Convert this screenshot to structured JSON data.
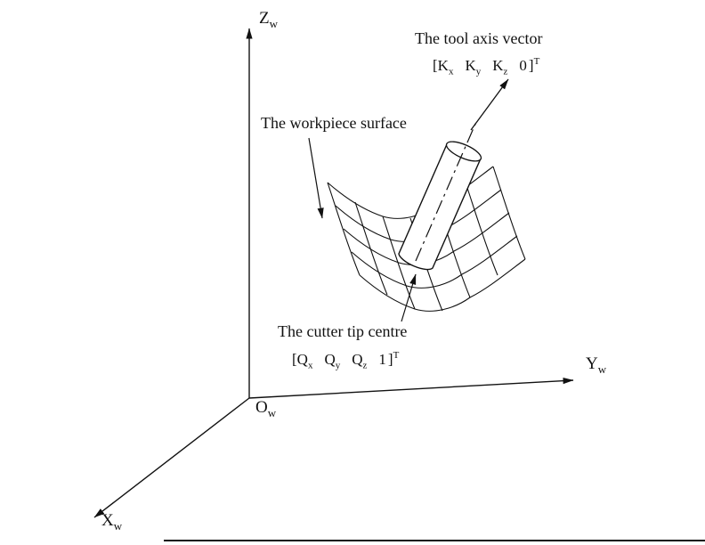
{
  "colors": {
    "ink": "#111111",
    "background": "#ffffff"
  },
  "axis_labels": {
    "z": {
      "base": "Z",
      "sub": "w"
    },
    "y": {
      "base": "Y",
      "sub": "w"
    },
    "x": {
      "base": "X",
      "sub": "w"
    },
    "origin": {
      "base": "O",
      "sub": "w"
    }
  },
  "annotations": {
    "tool_axis": {
      "title": "The tool axis vector",
      "vector": {
        "open": "[",
        "e1": {
          "base": "K",
          "sub": "x"
        },
        "e2": {
          "base": "K",
          "sub": "y"
        },
        "e3": {
          "base": "K",
          "sub": "z"
        },
        "e4": {
          "base": "0",
          "sub": ""
        },
        "close": "]",
        "sup": "T"
      }
    },
    "workpiece_surface": {
      "title": "The workpiece surface"
    },
    "cutter_tip": {
      "title": "The cutter tip centre",
      "vector": {
        "open": "[",
        "e1": {
          "base": "Q",
          "sub": "x"
        },
        "e2": {
          "base": "Q",
          "sub": "y"
        },
        "e3": {
          "base": "Q",
          "sub": "z"
        },
        "e4": {
          "base": "1",
          "sub": ""
        },
        "close": "]",
        "sup": "T"
      }
    }
  }
}
